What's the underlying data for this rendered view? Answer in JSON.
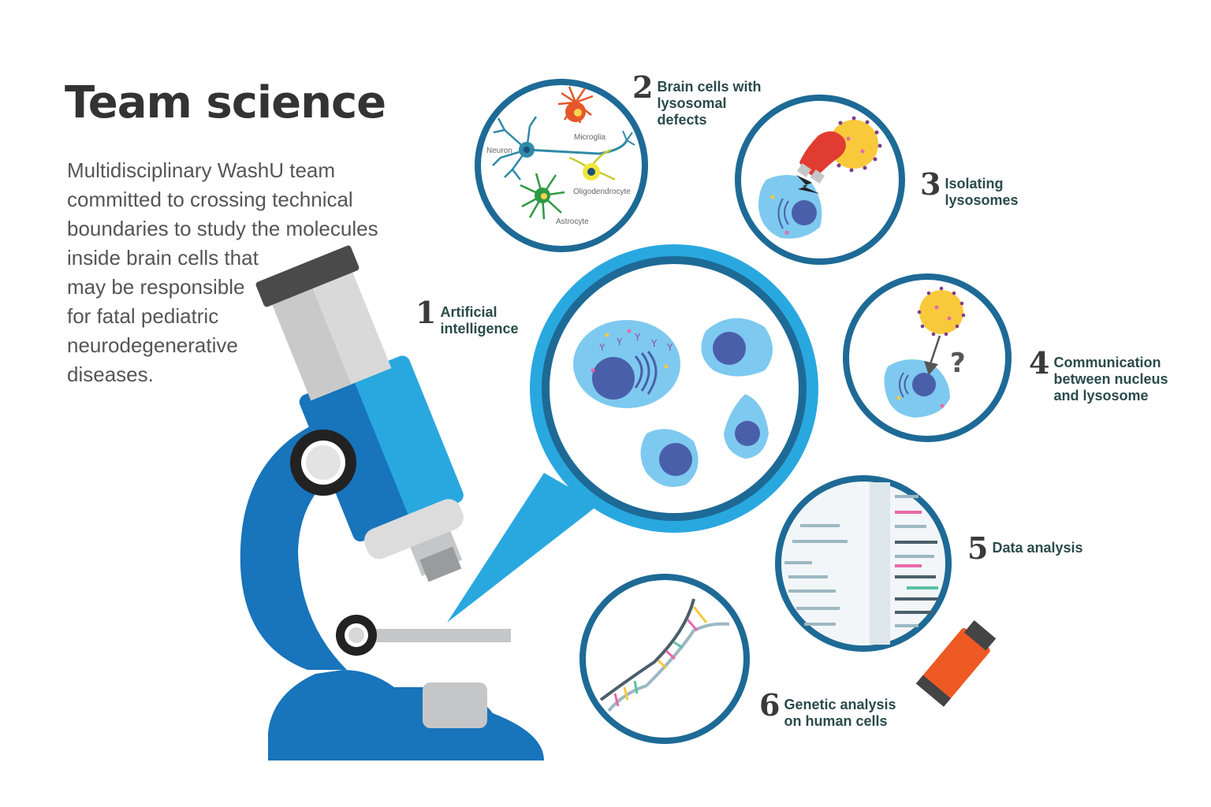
{
  "header": {
    "title": "Team science",
    "intro_lines": [
      "Multidisciplinary WashU team",
      "committed to crossing technical",
      "boundaries to study the molecules",
      "inside brain cells that",
      "may be responsible",
      "for fatal pediatric",
      "neurodegenerative",
      "diseases."
    ]
  },
  "steps": [
    {
      "number": "1",
      "lines": [
        "Artificial",
        "intelligence"
      ],
      "icon": "microscope-magnified-cells-icon"
    },
    {
      "number": "2",
      "lines": [
        "Brain cells with",
        "lysosomal",
        "defects"
      ],
      "icon": "brain-cells-icon"
    },
    {
      "number": "3",
      "lines": [
        "Isolating",
        "lysosomes"
      ],
      "icon": "magnet-lysosome-icon"
    },
    {
      "number": "4",
      "lines": [
        "Communication",
        "between nucleus",
        "and lysosome"
      ],
      "icon": "nucleus-lysosome-question-icon"
    },
    {
      "number": "5",
      "lines": [
        "Data analysis"
      ],
      "icon": "magnifier-data-icon"
    },
    {
      "number": "6",
      "lines": [
        "Genetic analysis",
        "on human cells"
      ],
      "icon": "dna-helix-icon"
    }
  ],
  "brain_cell_labels": {
    "neuron": "Neuron",
    "microglia": "Microglia",
    "oligodendrocyte": "Oligodendrocyte",
    "astrocyte": "Astrocyte"
  },
  "colors": {
    "ring": "#1e6a96",
    "microscope_blue": "#1874bb",
    "microscope_light": "#29a8e0",
    "cell_fill": "#7ec9ef",
    "nucleus": "#4a5faa",
    "lysosome": "#f9c93c",
    "magnifier_handle": "#ee5a24"
  }
}
